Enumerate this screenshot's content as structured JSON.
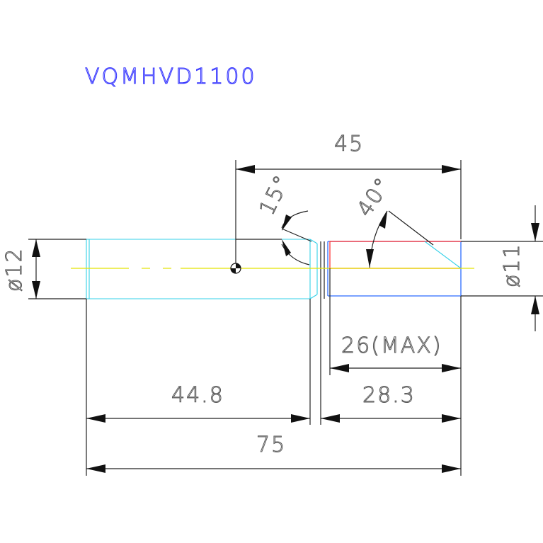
{
  "title": "VQMHVD1100",
  "dimensions": {
    "top_length": "45",
    "left_diameter": "ø12",
    "right_diameter": "ø11",
    "angle_left": "15°",
    "angle_right": "40°",
    "max_length": "26(MAX)",
    "right_length": "28.3",
    "left_length": "44.8",
    "total_length": "75"
  },
  "colors": {
    "title": "#3a3aff",
    "left_body": "#33d0e8",
    "right_body": "#2a6bff",
    "tip_profile": "#ff2a2a",
    "center_line": "#e3e300"
  }
}
